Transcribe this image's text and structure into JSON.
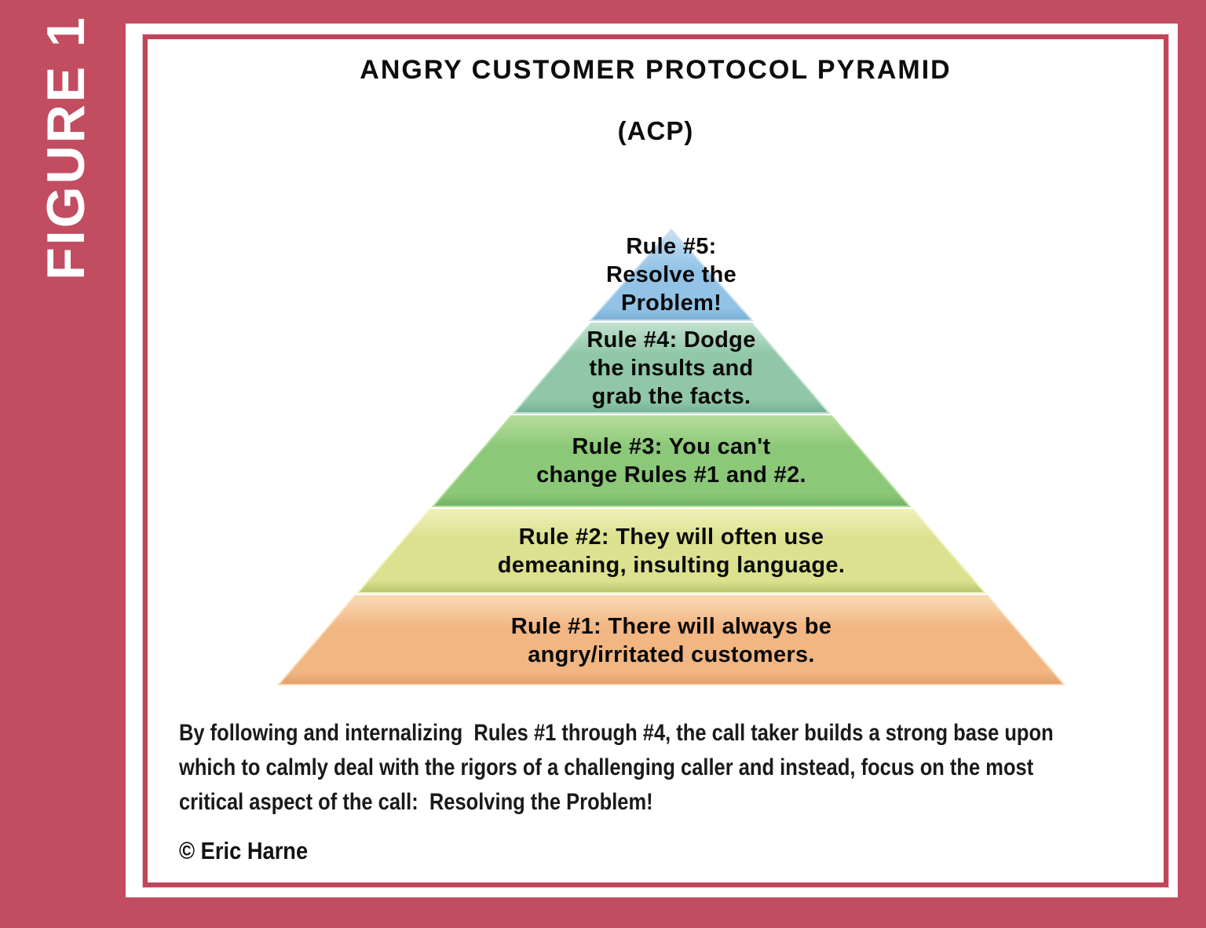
{
  "figure_label": "FIGURE 1",
  "title": "ANGRY CUSTOMER PROTOCOL PYRAMID",
  "subtitle": "(ACP)",
  "pyramid": {
    "tiers": [
      {
        "rule_number": 5,
        "label": "Rule #5: Resolve the Problem!",
        "lines": [
          "Rule #5:",
          "Resolve the",
          "Problem!"
        ],
        "color_light": "#c9e0f3",
        "color_base": "#92c3e7",
        "color_dark": "#7cafd7"
      },
      {
        "rule_number": 4,
        "label": "Rule #4: Dodge the insults and grab the facts.",
        "lines": [
          "Rule #4: Dodge",
          "the insults and",
          "grab the facts."
        ],
        "color_light": "#c1e1cd",
        "color_base": "#8fc7a8",
        "color_dark": "#72b197"
      },
      {
        "rule_number": 3,
        "label": "Rule #3: You can't change Rules #1 and #2.",
        "lines": [
          "Rule #3: You can't",
          "change Rules #1 and #2."
        ],
        "color_light": "#b6dd9c",
        "color_base": "#8bc878",
        "color_dark": "#6fb25f"
      },
      {
        "rule_number": 2,
        "label": "Rule #2: They will often use demeaning, insulting language.",
        "lines": [
          "Rule #2: They will often use",
          "demeaning, insulting language."
        ],
        "color_light": "#eef1ba",
        "color_base": "#dbe18e",
        "color_dark": "#b5c46c"
      },
      {
        "rule_number": 1,
        "label": "Rule #1: There will always be angry/irritated customers.",
        "lines": [
          "Rule #1: There will always be",
          "angry/irritated customers."
        ],
        "color_light": "#f9dab4",
        "color_base": "#f2b683",
        "color_dark": "#e29e6a"
      }
    ]
  },
  "caption": {
    "lines": [
      "By following and internalizing  Rules #1 through #4, the call taker builds a strong base upon",
      "which to calmly deal with the rigors of a challenging caller and instead, focus on the most",
      "critical aspect of the call:  Resolving the Problem!"
    ]
  },
  "copyright": "© Eric Harne",
  "colors": {
    "page_background": "#c24d60",
    "panel_background": "#ffffff",
    "inner_border": "#bf4557",
    "figure_label_text": "#ffffff",
    "body_text": "#0d0d0d"
  }
}
